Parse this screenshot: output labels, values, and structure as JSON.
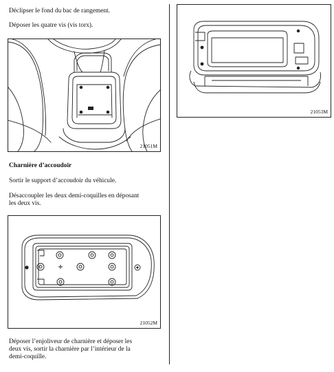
{
  "left_column": {
    "para1": "Déclipser le fond du bac de rangement.",
    "para2": "Déposer les quatre vis (vis torx).",
    "figure1_ref": "21051M",
    "section_heading": "Charnière d’accoudoir",
    "para3": "Sortir le support d’accoudoir du véhicule.",
    "para4_line1": "Désaccoupler les deux demi-coquilles en déposant",
    "para4_line2": "les deux vis.",
    "figure2_ref": "21052M",
    "para5_line1": "Déposer l’enjoliveur de charnière et déposer les",
    "para5_line2": "deux vis, sortir la charnière par l’intérieur de la",
    "para5_line3": "demi-coquille."
  },
  "right_column": {
    "figure3_ref": "21053M"
  }
}
